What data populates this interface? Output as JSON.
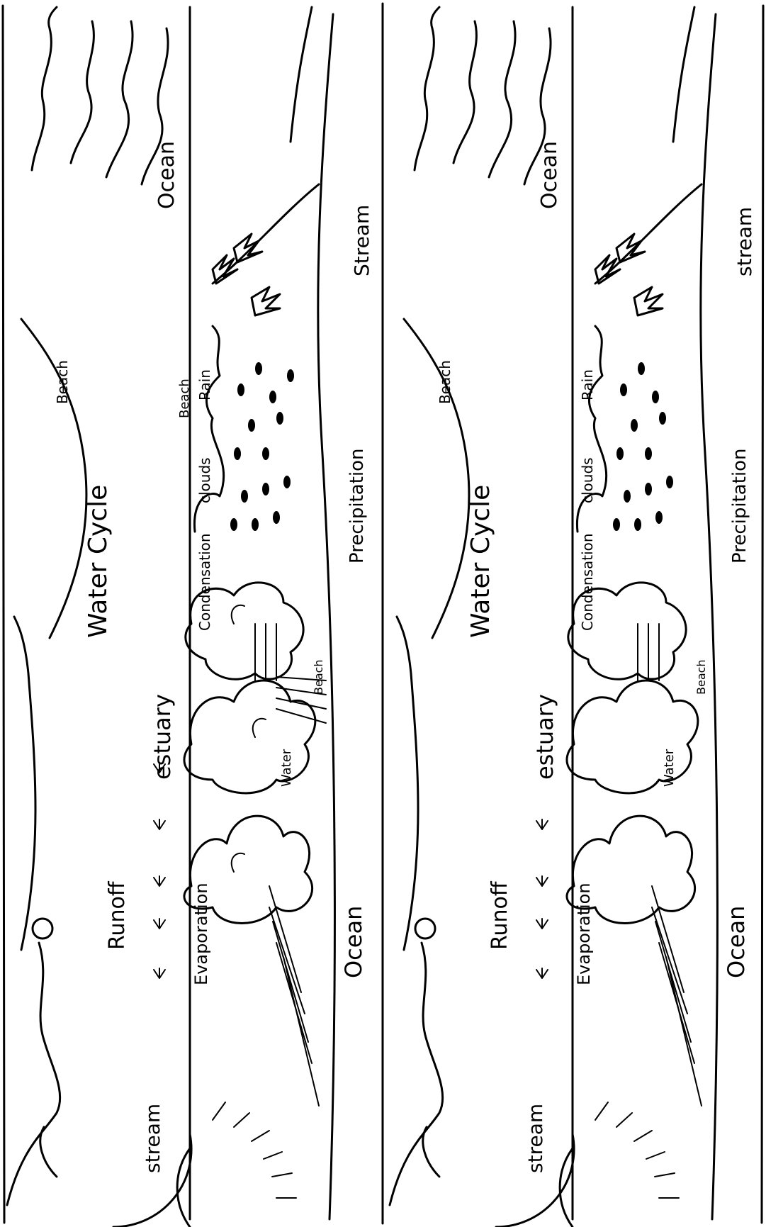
{
  "strips": [
    {
      "labels": {
        "stream_left": "stream",
        "runoff": "Runoff",
        "estuary": "estuary",
        "water_cycle": "Water Cycle",
        "beach_top": "Beach",
        "ocean_top": "Ocean",
        "evaporation": "Evaporation",
        "condensation": "Condensation",
        "clouds": "clouds",
        "beach_mid": "Beach",
        "rain": "Rain",
        "water": "Water",
        "beach_low": "Beach",
        "ocean_bottom": "Ocean",
        "precipitation": "Precipitation",
        "stream_right": "Stream"
      }
    },
    {
      "labels": {
        "stream_left": "stream",
        "runoff": "Runoff",
        "estuary": "estuary",
        "water_cycle": "Water Cycle",
        "beach_top": "Beach",
        "ocean_top": "Ocean",
        "evaporation": "Evaporation",
        "condensation": "Condensation",
        "clouds": "clouds",
        "rain": "Rain",
        "water": "Water",
        "beach_low": "Beach",
        "ocean_bottom": "Ocean",
        "precipitation": "Precipitation",
        "stream_right": "stream"
      }
    }
  ]
}
